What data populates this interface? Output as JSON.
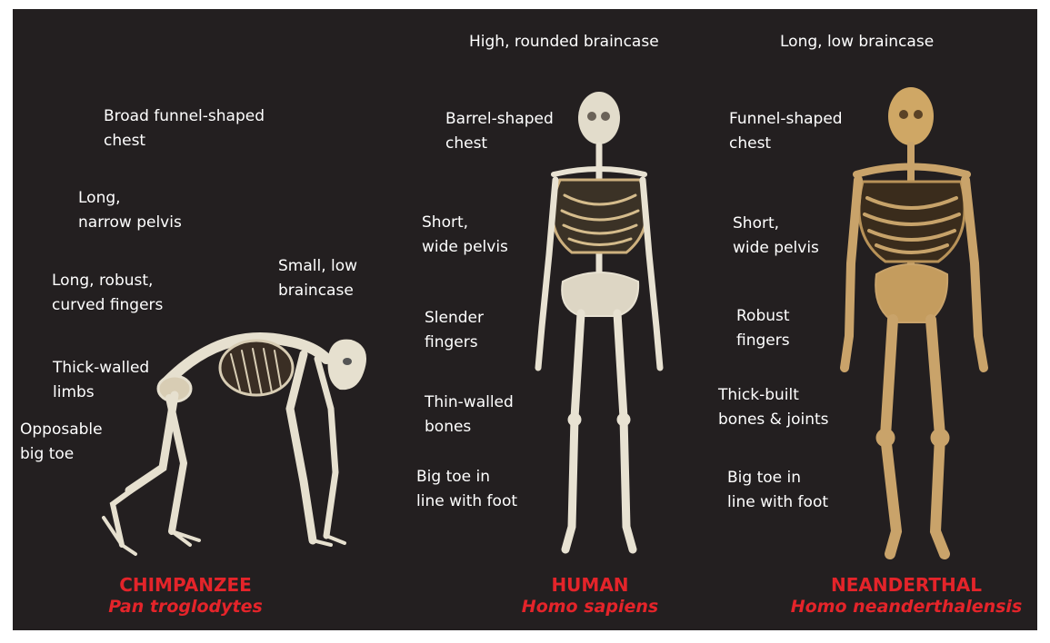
{
  "colors": {
    "background": "#231f20",
    "label_text": "#ffffff",
    "caption_red": "#e4242a",
    "bone_light": "#e8e2d2",
    "bone_dark": "#c9a36a"
  },
  "chimpanzee": {
    "common_name": "CHIMPANZEE",
    "scientific_name": "Pan troglodytes",
    "labels": {
      "chest": "Broad funnel-shaped\nchest",
      "pelvis": "Long,\nnarrow pelvis",
      "fingers": "Long, robust,\ncurved fingers",
      "braincase": "Small, low\nbraincase",
      "limbs": "Thick-walled\nlimbs",
      "toe": "Opposable\nbig toe"
    }
  },
  "human": {
    "common_name": "HUMAN",
    "scientific_name": "Homo sapiens",
    "labels": {
      "braincase": "High, rounded braincase",
      "chest": "Barrel-shaped\nchest",
      "pelvis": "Short,\nwide pelvis",
      "fingers": "Slender\nfingers",
      "bones": "Thin-walled\nbones",
      "toe": "Big toe in\nline with foot"
    }
  },
  "neanderthal": {
    "common_name": "NEANDERTHAL",
    "scientific_name": "Homo neanderthalensis",
    "labels": {
      "braincase": "Long, low braincase",
      "chest": "Funnel-shaped\nchest",
      "pelvis": "Short,\nwide pelvis",
      "fingers": "Robust\nfingers",
      "bones": "Thick-built\nbones & joints",
      "toe": "Big toe in\nline with foot"
    }
  }
}
